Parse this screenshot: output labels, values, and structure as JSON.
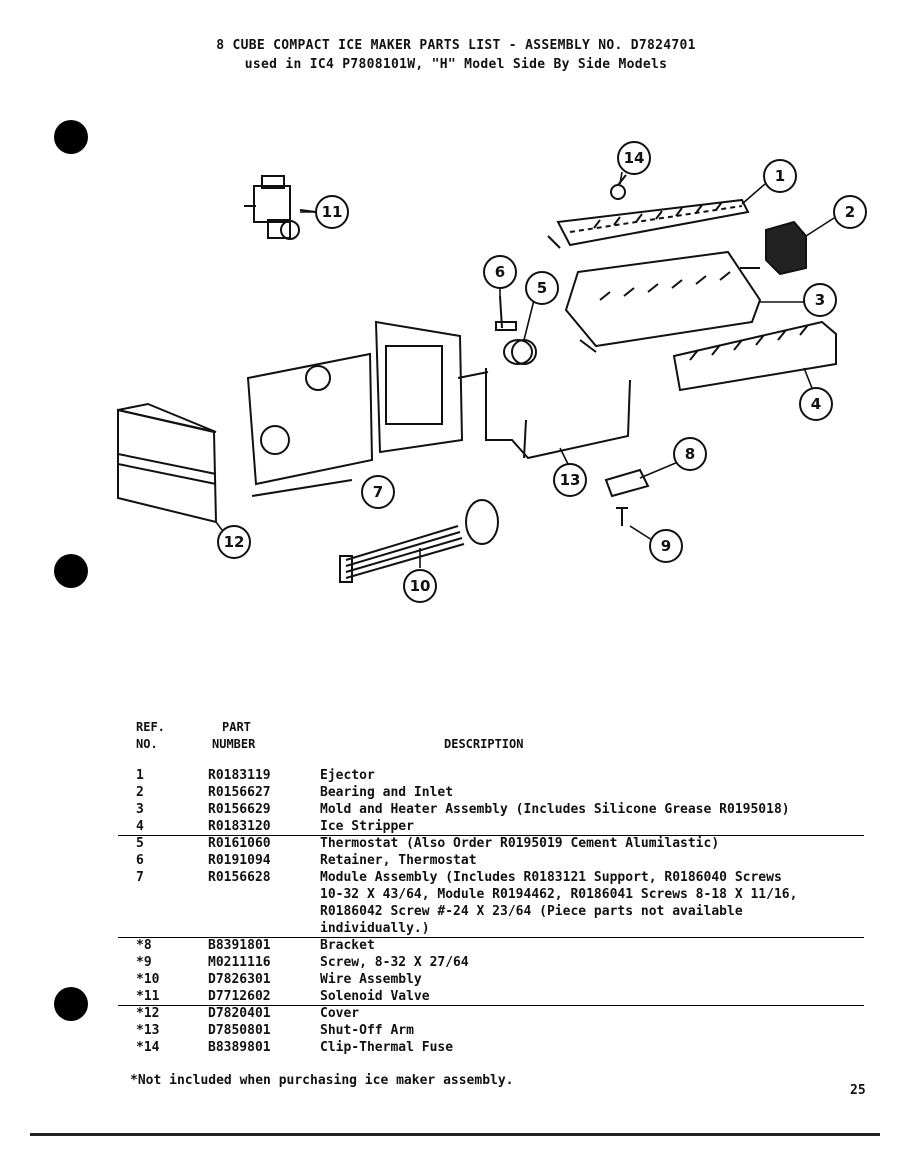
{
  "title_line1": "8 CUBE COMPACT ICE MAKER PARTS LIST - ASSEMBLY NO. D7824701",
  "title_line2": "used in IC4 P7808101W, \"H\" Model Side By Side Models",
  "callouts": [
    "1",
    "2",
    "3",
    "4",
    "5",
    "6",
    "7",
    "8",
    "9",
    "10",
    "11",
    "12",
    "13",
    "14"
  ],
  "headers": {
    "ref_line1": "REF.",
    "ref_line2": "NO.",
    "part_line1": "PART",
    "part_line2": "NUMBER",
    "description": "DESCRIPTION"
  },
  "parts": [
    {
      "ref": "1",
      "part": "R0183119",
      "desc": [
        "Ejector"
      ]
    },
    {
      "ref": "2",
      "part": "R0156627",
      "desc": [
        "Bearing and Inlet"
      ]
    },
    {
      "ref": "3",
      "part": "R0156629",
      "desc": [
        "Mold and Heater Assembly (Includes Silicone Grease R0195018)"
      ]
    },
    {
      "ref": "4",
      "part": "R0183120",
      "desc": [
        "Ice Stripper"
      ]
    },
    {
      "ref": "5",
      "part": "R0161060",
      "desc": [
        "Thermostat (Also Order R0195019 Cement Alumilastic)"
      ]
    },
    {
      "ref": "6",
      "part": "R0191094",
      "desc": [
        "Retainer, Thermostat"
      ]
    },
    {
      "ref": "7",
      "part": "R0156628",
      "desc": [
        "Module Assembly (Includes R0183121 Support, R0186040 Screws",
        "10-32 X 43/64, Module R0194462, R0186041 Screws 8-18 X 11/16,",
        "R0186042 Screw #-24 X 23/64 (Piece parts not available",
        "individually.)"
      ]
    },
    {
      "ref": "*8",
      "part": "B8391801",
      "desc": [
        "Bracket"
      ]
    },
    {
      "ref": "*9",
      "part": "M0211116",
      "desc": [
        "Screw, 8-32 X 27/64"
      ]
    },
    {
      "ref": "*10",
      "part": "D7826301",
      "desc": [
        "Wire Assembly"
      ]
    },
    {
      "ref": "*11",
      "part": "D7712602",
      "desc": [
        "Solenoid Valve"
      ]
    },
    {
      "ref": "*12",
      "part": "D7820401",
      "desc": [
        "Cover"
      ]
    },
    {
      "ref": "*13",
      "part": "D7850801",
      "desc": [
        "Shut-Off Arm"
      ]
    },
    {
      "ref": "*14",
      "part": "B8389801",
      "desc": [
        "Clip-Thermal Fuse"
      ]
    }
  ],
  "footnote": "*Not included when purchasing ice maker assembly.",
  "page_number": "25"
}
